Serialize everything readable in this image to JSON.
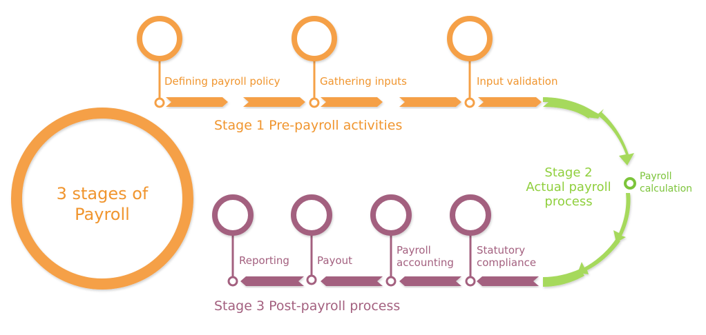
{
  "center": {
    "line1": "3 stages of",
    "line2": "Payroll"
  },
  "stage1": {
    "title": "Stage 1 Pre-payroll activities",
    "steps": [
      "Defining payroll policy",
      "Gathering inputs",
      "Input validation"
    ]
  },
  "stage2": {
    "line1": "Stage 2",
    "line2": "Actual payroll",
    "line3": "process",
    "step_line1": "Payroll",
    "step_line2": "calculation"
  },
  "stage3": {
    "title": "Stage 3 Post-payroll process",
    "steps": [
      {
        "line1": "Reporting",
        "line2": ""
      },
      {
        "line1": "Payout",
        "line2": ""
      },
      {
        "line1": "Payroll",
        "line2": "accounting"
      },
      {
        "line1": "Statutory",
        "line2": "compliance"
      }
    ]
  },
  "colors": {
    "orange": "#f0952e",
    "green": "#a6d95c",
    "plum": "#a3607f"
  }
}
